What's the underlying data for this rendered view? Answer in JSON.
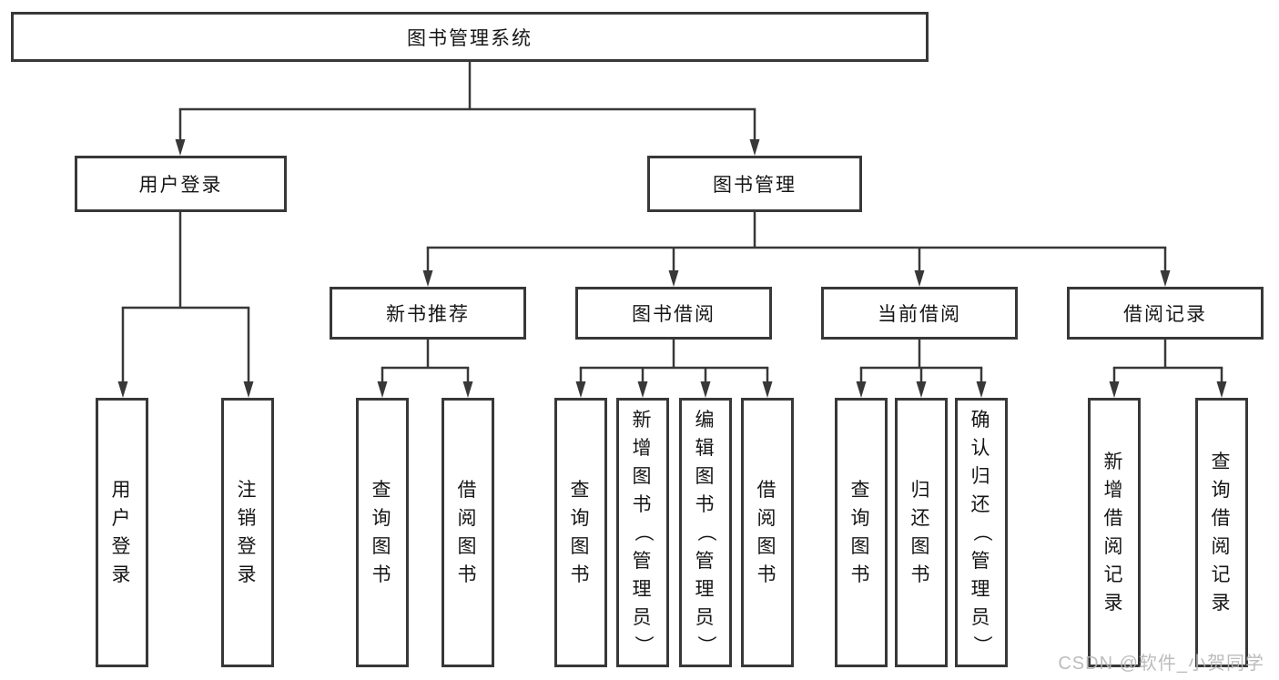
{
  "diagram": {
    "title": "图书管理系统",
    "level2": [
      {
        "label": "用户登录"
      },
      {
        "label": "图书管理"
      }
    ],
    "level3": [
      {
        "label": "新书推荐"
      },
      {
        "label": "图书借阅"
      },
      {
        "label": "当前借阅"
      },
      {
        "label": "借阅记录"
      }
    ],
    "leaves": {
      "user_login_group": [
        "用户登录",
        "注销登录"
      ],
      "new_book_group": [
        "查询图书",
        "借阅图书"
      ],
      "book_borrow_group": [
        "查询图书",
        "新增图书（管理员）",
        "编辑图书（管理员）",
        "借阅图书"
      ],
      "current_borrow_group": [
        "查询图书",
        "归还图书",
        "确认归还（管理员）"
      ],
      "borrow_record_group": [
        "新增借阅记录",
        "查询借阅记录"
      ]
    }
  },
  "watermark": {
    "text": "CSDN @软件_小贺同学"
  },
  "colors": {
    "line": "#383838",
    "box_border": "#383838",
    "text": "#161616",
    "watermark": "#b5b5b5",
    "background": "#ffffff"
  }
}
